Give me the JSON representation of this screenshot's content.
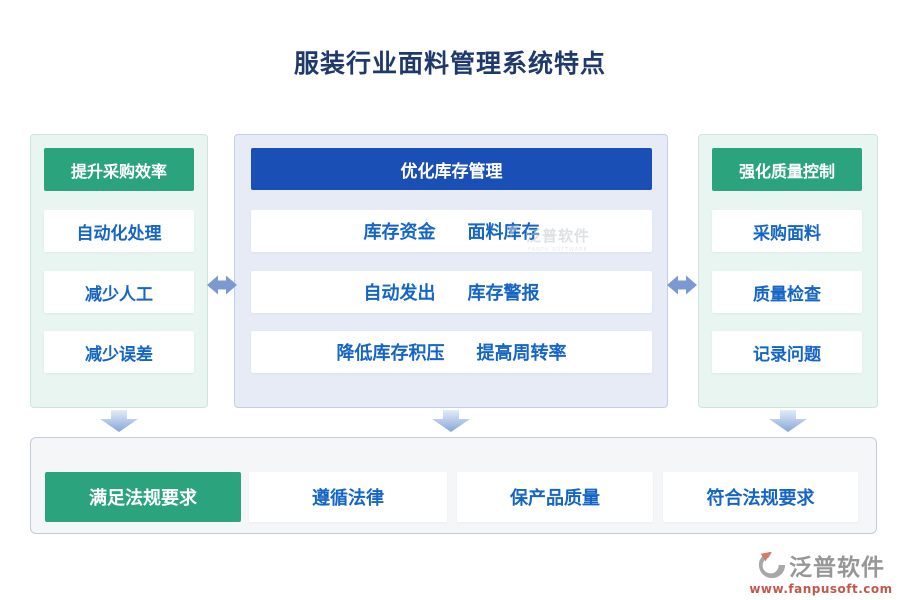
{
  "page": {
    "title": "服装行业面料管理系统特点"
  },
  "panels": {
    "left": {
      "header": "提升采购效率",
      "items": [
        "自动化处理",
        "减少人工",
        "减少误差"
      ]
    },
    "center": {
      "header": "优化库存管理",
      "rows": [
        {
          "a": "库存资金",
          "b": "面料库存"
        },
        {
          "a": "自动发出",
          "b": "库存警报"
        },
        {
          "a": "降低库存积压",
          "b": "提高周转率"
        }
      ]
    },
    "right": {
      "header": "强化质量控制",
      "items": [
        "采购面料",
        "质量检查",
        "记录问题"
      ]
    }
  },
  "bottom": {
    "lead": "满足法规要求",
    "items": [
      "遵循法律",
      "保产品质量",
      "符合法规要求"
    ]
  },
  "watermark": {
    "name": "泛普软件",
    "sub": "FANPU SOFTWARE"
  },
  "brand": {
    "name": "泛普软件",
    "url": "www.fanpusoft.com"
  },
  "icons": {
    "double_arrow": "left-right-double-arrow",
    "down_arrow": "down-block-arrow"
  },
  "colors": {
    "accent_green": "#2ba47e",
    "accent_blue": "#1a4fb5",
    "text_blue": "#1565c6",
    "title_navy": "#1e3a6c",
    "arrow_blue": "#7d99d2"
  }
}
